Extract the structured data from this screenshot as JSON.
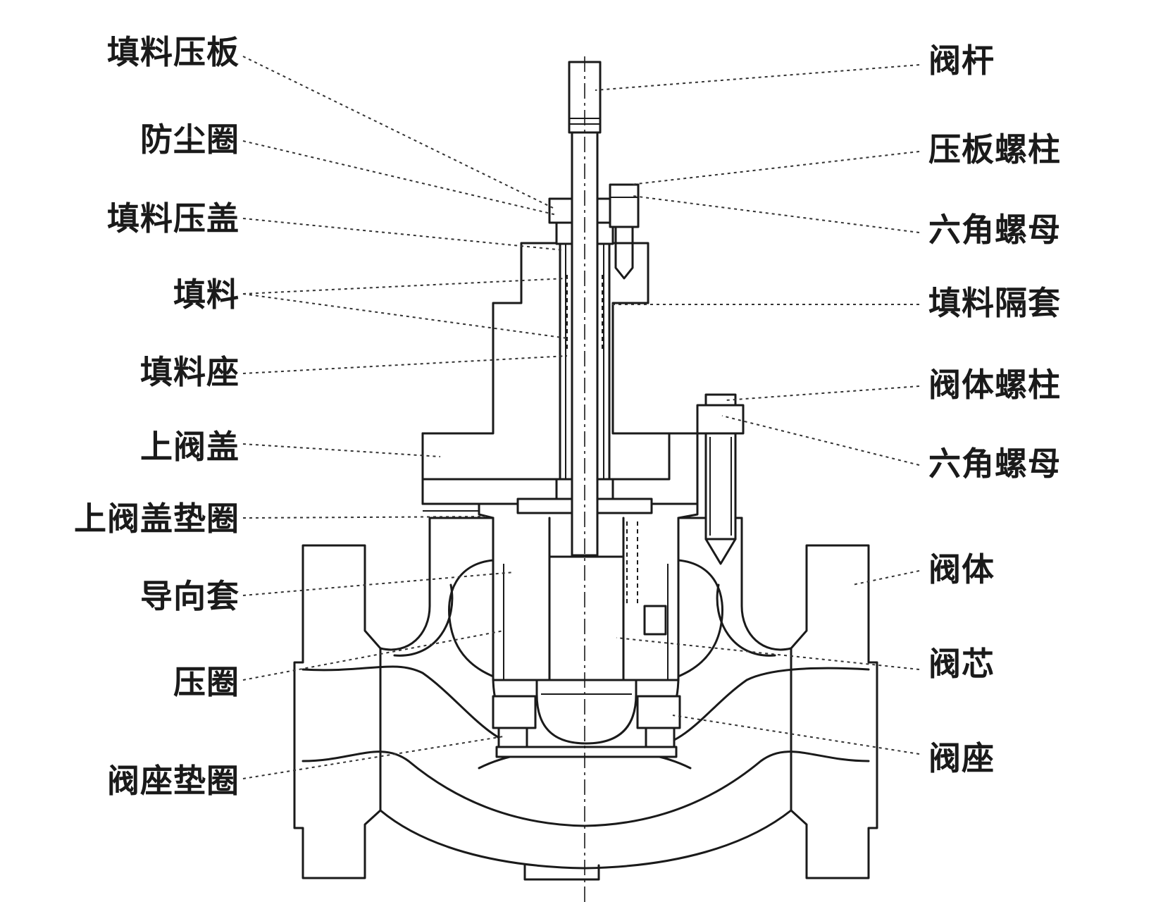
{
  "diagram": {
    "left_labels": [
      {
        "id": "packing-gland-plate",
        "text": "填料压板"
      },
      {
        "id": "dust-ring",
        "text": "防尘圈"
      },
      {
        "id": "packing-gland",
        "text": "填料压盖"
      },
      {
        "id": "packing",
        "text": "填料"
      },
      {
        "id": "packing-seat",
        "text": "填料座"
      },
      {
        "id": "upper-bonnet",
        "text": "上阀盖"
      },
      {
        "id": "bonnet-gasket",
        "text": "上阀盖垫圈"
      },
      {
        "id": "guide-sleeve",
        "text": "导向套"
      },
      {
        "id": "pressure-ring",
        "text": "压圈"
      },
      {
        "id": "seat-gasket",
        "text": "阀座垫圈"
      }
    ],
    "right_labels": [
      {
        "id": "valve-stem",
        "text": "阀杆"
      },
      {
        "id": "gland-stud",
        "text": "压板螺柱"
      },
      {
        "id": "hex-nut-upper",
        "text": "六角螺母"
      },
      {
        "id": "packing-spacer",
        "text": "填料隔套"
      },
      {
        "id": "body-stud",
        "text": "阀体螺柱"
      },
      {
        "id": "hex-nut-lower",
        "text": "六角螺母"
      },
      {
        "id": "valve-body",
        "text": "阀体"
      },
      {
        "id": "valve-plug",
        "text": "阀芯"
      },
      {
        "id": "valve-seat",
        "text": "阀座"
      }
    ]
  }
}
